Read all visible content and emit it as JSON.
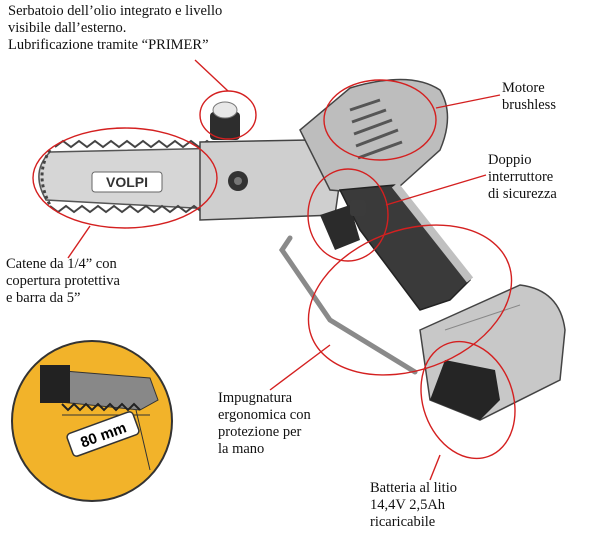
{
  "labels": {
    "oil": "Serbatoio dell’olio integrato e livello\nvisibile dall’esterno.\nLubrificazione tramite “PRIMER”",
    "motor": "Motore\nbrushless",
    "switch": "Doppio\ninterruttore\ndi sicurezza",
    "chain": "Catene da 1/4” con\ncopertura protettiva\ne barra da 5”",
    "grip": "Impugnatura\nergonomica con\nprotezione per\nla mano",
    "battery": "Batteria al litio\n14,4V 2,5Ah\nricaricabile"
  },
  "brand": "VOLPI",
  "inset_measure": "80 mm",
  "colors": {
    "callout": "#d42020",
    "inset_bg": "#f2b32a",
    "body_grey": "#c9c9c9",
    "dark_rubber": "#2b2b2b"
  }
}
